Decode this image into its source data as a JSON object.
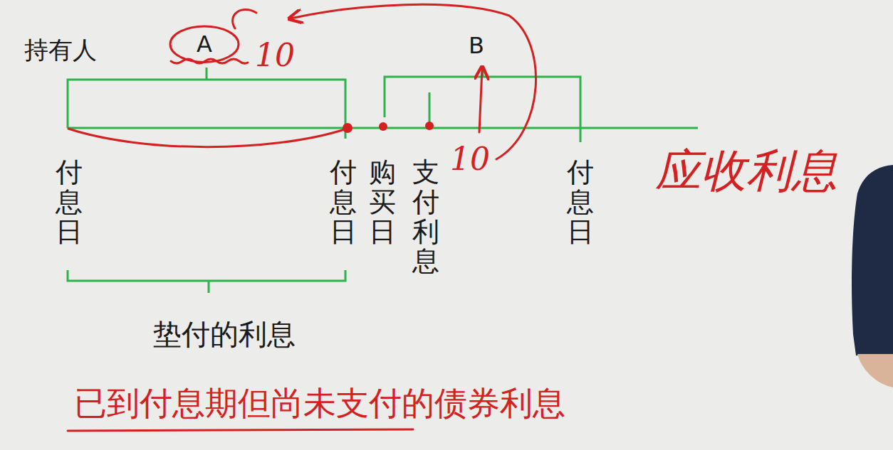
{
  "diagram": {
    "nodes": [
      {
        "text": [
          "A"
        ]
      }
    ],
    "labels": [
      "持有人",
      "10",
      "B",
      "付息日",
      "付息日",
      "购买日",
      "支付利息",
      "10",
      "付息日",
      "应收利息",
      "垫付的利息"
    ],
    "caption": "已到付息期但尚未支付的债券利息"
  }
}
